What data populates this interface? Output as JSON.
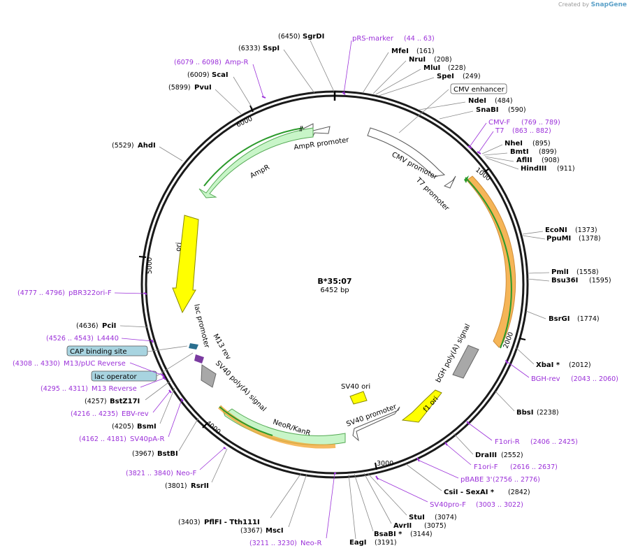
{
  "credit": {
    "prefix": "Created by",
    "brand": "SnapGene"
  },
  "center": {
    "name": "B*35:07",
    "length": "6452 bp"
  },
  "ticks": [
    {
      "label": "1000"
    },
    {
      "label": "2000"
    },
    {
      "label": "3000"
    },
    {
      "label": "4000"
    },
    {
      "label": "5000"
    },
    {
      "label": "6000"
    }
  ],
  "features": [
    {
      "name": "CMV enhancer",
      "kind": "boxed-label"
    },
    {
      "name": "CMV promoter",
      "kind": "promoter"
    },
    {
      "name": "T7 promoter",
      "kind": "promoter"
    },
    {
      "name": "AmpR promoter",
      "kind": "promoter"
    },
    {
      "name": "AmpR",
      "kind": "cds"
    },
    {
      "name": "ori",
      "kind": "origin"
    },
    {
      "name": "lac promoter",
      "kind": "promoter"
    },
    {
      "name": "M13 rev",
      "kind": "primer-bind"
    },
    {
      "name": "SV40 poly(A) signal",
      "kind": "terminator"
    },
    {
      "name": "NeoR/KanR",
      "kind": "cds"
    },
    {
      "name": "SV40 promoter",
      "kind": "promoter"
    },
    {
      "name": "SV40 ori",
      "kind": "origin"
    },
    {
      "name": "f1 ori",
      "kind": "origin"
    },
    {
      "name": "bGH poly(A) signal",
      "kind": "terminator"
    },
    {
      "name": "CAP binding site",
      "kind": "boxed-label"
    },
    {
      "name": "lac operator",
      "kind": "boxed-label"
    }
  ],
  "sites": [
    {
      "name": "SgrDI",
      "pos": "(6450)"
    },
    {
      "name": "SspI",
      "pos": "(6333)"
    },
    {
      "name": "ScaI",
      "pos": "(6009)"
    },
    {
      "name": "PvuI",
      "pos": "(5899)"
    },
    {
      "name": "AhdI",
      "pos": "(5529)"
    },
    {
      "name": "MfeI",
      "pos": "(161)"
    },
    {
      "name": "NruI",
      "pos": "(208)"
    },
    {
      "name": "MluI",
      "pos": "(228)"
    },
    {
      "name": "SpeI",
      "pos": "(249)"
    },
    {
      "name": "NdeI",
      "pos": "(484)"
    },
    {
      "name": "SnaBI",
      "pos": "(590)"
    },
    {
      "name": "NheI",
      "pos": "(895)"
    },
    {
      "name": "BmtI",
      "pos": "(899)"
    },
    {
      "name": "AflII",
      "pos": "(908)"
    },
    {
      "name": "HindIII",
      "pos": "(911)"
    },
    {
      "name": "EcoNI",
      "pos": "(1373)"
    },
    {
      "name": "PpuMI",
      "pos": "(1378)"
    },
    {
      "name": "PmlI",
      "pos": "(1558)"
    },
    {
      "name": "Bsu36I",
      "pos": "(1595)"
    },
    {
      "name": "BsrGI",
      "pos": "(1774)"
    },
    {
      "name": "XbaI *",
      "pos": "(2012)"
    },
    {
      "name": "BbsI",
      "pos": "(2238)"
    },
    {
      "name": "DraIII",
      "pos": "(2552)"
    },
    {
      "name": "CsiI  - SexAI *",
      "pos": "(2842)"
    },
    {
      "name": "StuI",
      "pos": "(3074)"
    },
    {
      "name": "AvrII",
      "pos": "(3075)"
    },
    {
      "name": "BsaBI *",
      "pos": "(3144)"
    },
    {
      "name": "EagI",
      "pos": "(3191)"
    },
    {
      "name": "MscI",
      "pos": "(3367)"
    },
    {
      "name": "PflFI  - Tth111I",
      "pos": "(3403)"
    },
    {
      "name": "RsrII",
      "pos": "(3801)"
    },
    {
      "name": "BstBI",
      "pos": "(3967)"
    },
    {
      "name": "BsmI",
      "pos": "(4205)"
    },
    {
      "name": "BstZ17I",
      "pos": "(4257)"
    },
    {
      "name": "PciI",
      "pos": "(4636)"
    }
  ],
  "primers": [
    {
      "name": "pRS-marker",
      "pos": "(44 .. 63)"
    },
    {
      "name": "Amp-R",
      "pos": "(6079 .. 6098)"
    },
    {
      "name": "CMV-F",
      "pos": "(769 .. 789)"
    },
    {
      "name": "T7",
      "pos": "(863 .. 882)"
    },
    {
      "name": "BGH-rev",
      "pos": "(2043 .. 2060)"
    },
    {
      "name": "F1ori-R",
      "pos": "(2406 .. 2425)"
    },
    {
      "name": "F1ori-F",
      "pos": "(2616 .. 2637)"
    },
    {
      "name": "pBABE 3'",
      "pos": "(2756 .. 2776)"
    },
    {
      "name": "SV40pro-F",
      "pos": "(3003 .. 3022)"
    },
    {
      "name": "Neo-R",
      "pos": "(3211 .. 3230)"
    },
    {
      "name": "Neo-F",
      "pos": "(3821 .. 3840)"
    },
    {
      "name": "SV40pA-R",
      "pos": "(4162 .. 4181)"
    },
    {
      "name": "EBV-rev",
      "pos": "(4216 .. 4235)"
    },
    {
      "name": "M13 Reverse",
      "pos": "(4295 .. 4311)"
    },
    {
      "name": "M13/pUC Reverse",
      "pos": "(4308 .. 4330)"
    },
    {
      "name": "L4440",
      "pos": "(4526 .. 4543)"
    },
    {
      "name": "pBR322ori-F",
      "pos": "(4777 .. 4796)"
    }
  ],
  "colors": {
    "backbone": "#1a1a1a",
    "primer": "#9b30d9",
    "cds_fill": "#c8f5c8",
    "origin_fill": "#ffff00",
    "promoter_fill": "#ffffff",
    "terminator_fill": "#a8a8a8",
    "orf_fill": "#f0b040",
    "orf_arrow": "#2b9a2b",
    "boxed_label_bg": "#a8d4e0"
  }
}
